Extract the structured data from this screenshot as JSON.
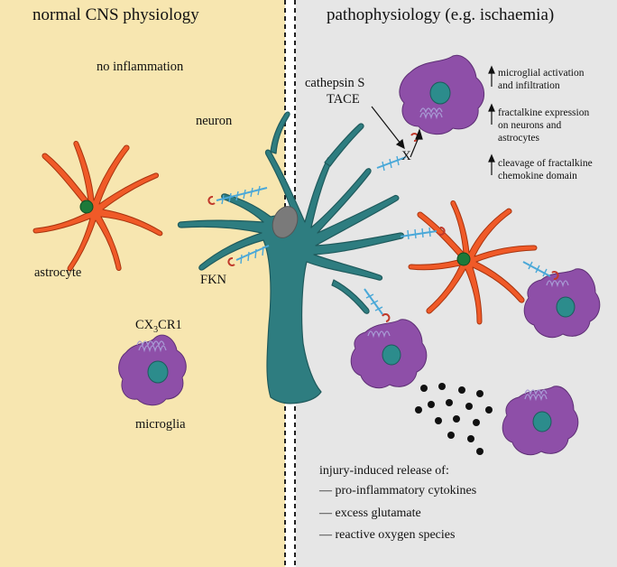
{
  "panels": {
    "left_title": "normal CNS physiology",
    "right_title": "pathophysiology (e.g. ischaemia)"
  },
  "labels": {
    "no_inflammation": "no inflammation",
    "neuron": "neuron",
    "astrocyte": "astrocyte",
    "fkn": "FKN",
    "receptor_main": "CX",
    "receptor_sub": "3",
    "receptor_tail": "CR1",
    "microglia": "microglia",
    "protease_1": "cathepsin S",
    "protease_2": "TACE",
    "cleavage_mark": "X"
  },
  "effects": [
    {
      "line1": "microglial activation",
      "line2": "and infiltration",
      "line3": ""
    },
    {
      "line1": "fractalkine expression",
      "line2": "on neurons and",
      "line3": "astrocytes"
    },
    {
      "line1": "cleavage of fractalkine",
      "line2": "chemokine domain",
      "line3": ""
    }
  ],
  "release": {
    "heading": "injury-induced release of:",
    "items": [
      "— pro-inflammatory cytokines",
      "— excess glutamate",
      "— reactive oxygen species"
    ]
  },
  "colors": {
    "left_bg": "#f7e6b0",
    "right_bg": "#e6e6e6",
    "neuron": "#2e7d80",
    "nucleus_neuron": "#7a7a7a",
    "astrocyte": "#f05a28",
    "astrocyte_nucleus": "#1d7a3a",
    "microglia": "#8e4fa8",
    "microglia_nucleus": "#2c8c8c",
    "fractalkine": "#4aa8d8",
    "chemokine_head": "#c0392b",
    "receptor": "#b8b0dc"
  }
}
